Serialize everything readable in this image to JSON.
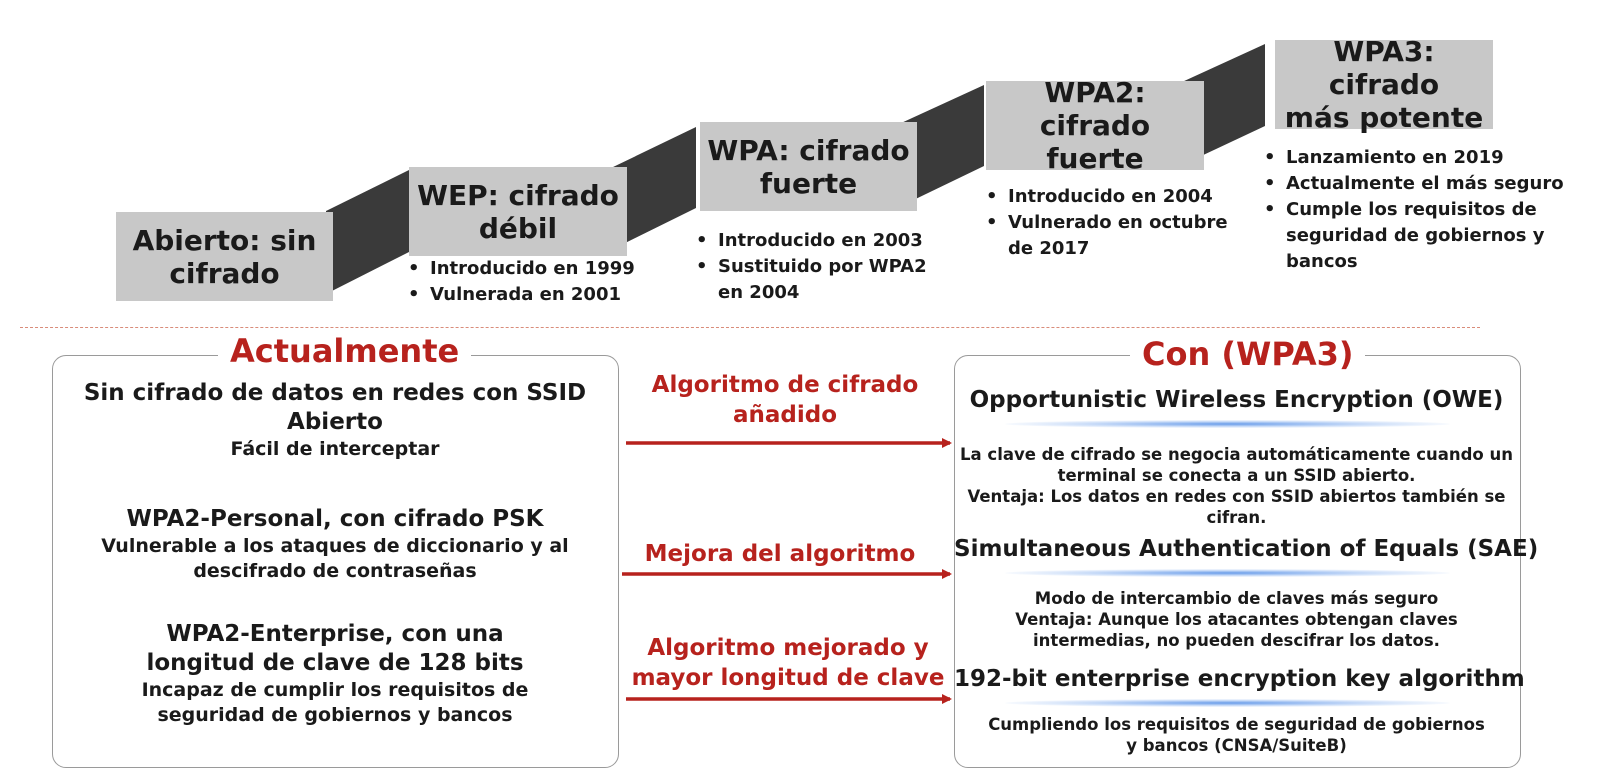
{
  "steps": [
    {
      "title": [
        "Abierto: sin",
        "cifrado"
      ],
      "bullets": []
    },
    {
      "title": [
        "WEP: cifrado",
        "débil"
      ],
      "bullets": [
        "Introducido en 1999",
        "Vulnerada en 2001"
      ]
    },
    {
      "title": [
        "WPA: cifrado",
        "fuerte"
      ],
      "bullets": [
        "Introducido en 2003",
        "Sustituido por WPA2 en 2004"
      ]
    },
    {
      "title": [
        "WPA2: cifrado",
        "fuerte"
      ],
      "bullets": [
        "Introducido en 2004",
        "Vulnerado en octubre de 2017"
      ]
    },
    {
      "title": [
        "WPA3: cifrado",
        "más potente"
      ],
      "bullets": [
        "Lanzamiento en 2019",
        "Actualmente el más seguro",
        "Cumple los requisitos de seguridad de gobiernos y bancos"
      ]
    }
  ],
  "left_panel": {
    "title": "Actualmente",
    "items": [
      {
        "heading": "Sin cifrado de datos en redes con SSID Abierto",
        "sub": "Fácil de interceptar"
      },
      {
        "heading": "WPA2-Personal, con cifrado PSK",
        "sub": "Vulnerable a los ataques de diccionario y al descifrado de contraseñas"
      },
      {
        "heading": "WPA2-Enterprise, con una longitud de clave de 128 bits",
        "sub": "Incapaz de cumplir los requisitos de seguridad de gobiernos y bancos"
      }
    ]
  },
  "arrows": [
    "Algoritmo de cifrado añadido",
    "Mejora del algoritmo",
    "Algoritmo mejorado y mayor longitud de clave"
  ],
  "right_panel": {
    "title": "Con (WPA3)",
    "items": [
      {
        "heading": "Opportunistic Wireless Encryption (OWE)",
        "lines": [
          "La clave de cifrado se negocia automáticamente cuando un",
          "terminal se conecta a un SSID abierto.",
          "Ventaja: Los datos en redes con SSID abiertos también se",
          "cifran."
        ]
      },
      {
        "heading": "Simultaneous Authentication of Equals (SAE)",
        "lines": [
          "Modo de intercambio de claves más seguro",
          "Ventaja: Aunque los atacantes obtengan claves",
          "intermedias, no pueden descifrar los datos."
        ]
      },
      {
        "heading": "192-bit enterprise encryption key algorithm",
        "lines": [
          "Cumpliendo los requisitos de seguridad de gobiernos",
          "y bancos (CNSA/SuiteB)"
        ]
      }
    ]
  },
  "colors": {
    "accent_red": "#b7221d",
    "step_grey": "#c8c8c8",
    "connector_dark": "#3a3a3a"
  }
}
